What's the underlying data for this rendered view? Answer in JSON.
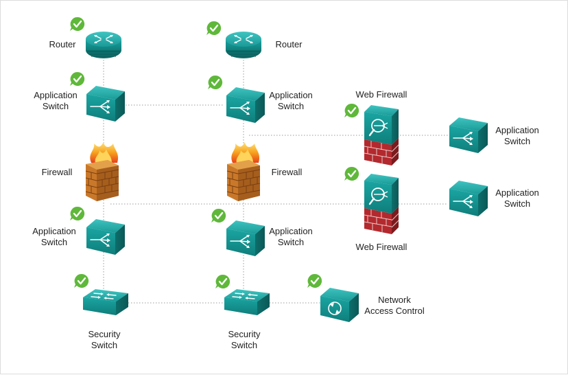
{
  "labels": {
    "router_1": "Router",
    "router_2": "Router",
    "app_switch_1": [
      "Application",
      "Switch"
    ],
    "app_switch_2": [
      "Application",
      "Switch"
    ],
    "firewall_1": "Firewall",
    "firewall_2": "Firewall",
    "app_switch_3": [
      "Application",
      "Switch"
    ],
    "app_switch_4": [
      "Application",
      "Switch"
    ],
    "security_switch_1": [
      "Security",
      "Switch"
    ],
    "security_switch_2": [
      "Security",
      "Switch"
    ],
    "web_firewall_1": "Web Firewall",
    "web_firewall_2": "Web Firewall",
    "app_switch_5": [
      "Application",
      "Switch"
    ],
    "app_switch_6": [
      "Application",
      "Switch"
    ],
    "nac": [
      "Network",
      "Access Control"
    ]
  },
  "colors": {
    "device_teal": "#1a9a98",
    "device_teal_dark": "#0f6f6d",
    "device_teal_light": "#3cc0bd",
    "check_green": "#5fb83a",
    "link_gray": "#9a9a9a",
    "brick_red": "#a8272b",
    "brick_orange": "#d98a2b",
    "flame_orange": "#f39a1e"
  },
  "icons": {
    "router": "router-icon",
    "switch": "switch-icon",
    "firewall": "firewall-icon",
    "web_firewall": "web-firewall-icon",
    "nac": "nac-icon",
    "check": "check-badge-icon"
  }
}
